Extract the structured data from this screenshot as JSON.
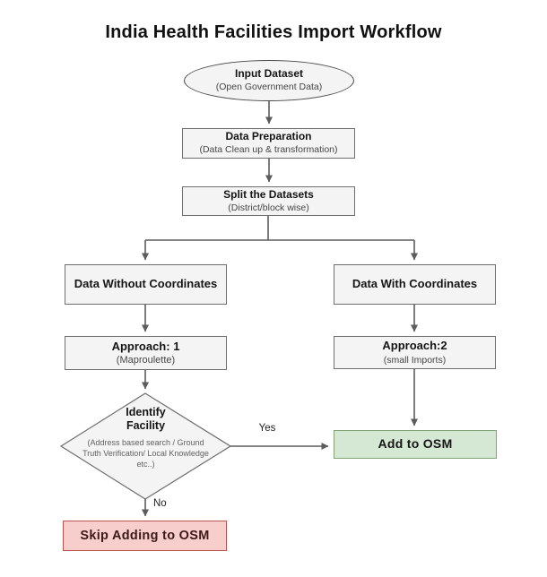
{
  "title": "India Health Facilities Import Workflow",
  "nodes": {
    "input": {
      "label": "Input Dataset",
      "sub": "(Open Government Data)"
    },
    "prep": {
      "label": "Data Preparation",
      "sub": "(Data Clean up & transformation)"
    },
    "split": {
      "label": "Split the Datasets",
      "sub": "(District/block wise)"
    },
    "no_coords": {
      "label": "Data Without Coordinates"
    },
    "with_coords": {
      "label": "Data With Coordinates"
    },
    "approach1": {
      "label": "Approach: 1",
      "sub": "(Maproulette)"
    },
    "approach2": {
      "label": "Approach:2",
      "sub": "(small Imports)"
    },
    "identify": {
      "line1": "Identify",
      "line2": "Facility",
      "sub": "(Address based search / Ground Truth Verification/ Local Knowledge etc..)"
    },
    "add": {
      "label": "Add to OSM"
    },
    "skip": {
      "label": "Skip Adding to OSM"
    }
  },
  "edges": {
    "yes_label": "Yes",
    "no_label": "No"
  },
  "colors": {
    "box_fill": "#f4f4f4",
    "box_border": "#6e6e6e",
    "ellipse_border": "#4a4a4a",
    "line": "#5c5c5c",
    "add_fill": "#d5e8d4",
    "add_border": "#82a373",
    "skip_fill": "#f8cecc",
    "skip_border": "#b85450",
    "skip_text": "#3d1a1a"
  }
}
